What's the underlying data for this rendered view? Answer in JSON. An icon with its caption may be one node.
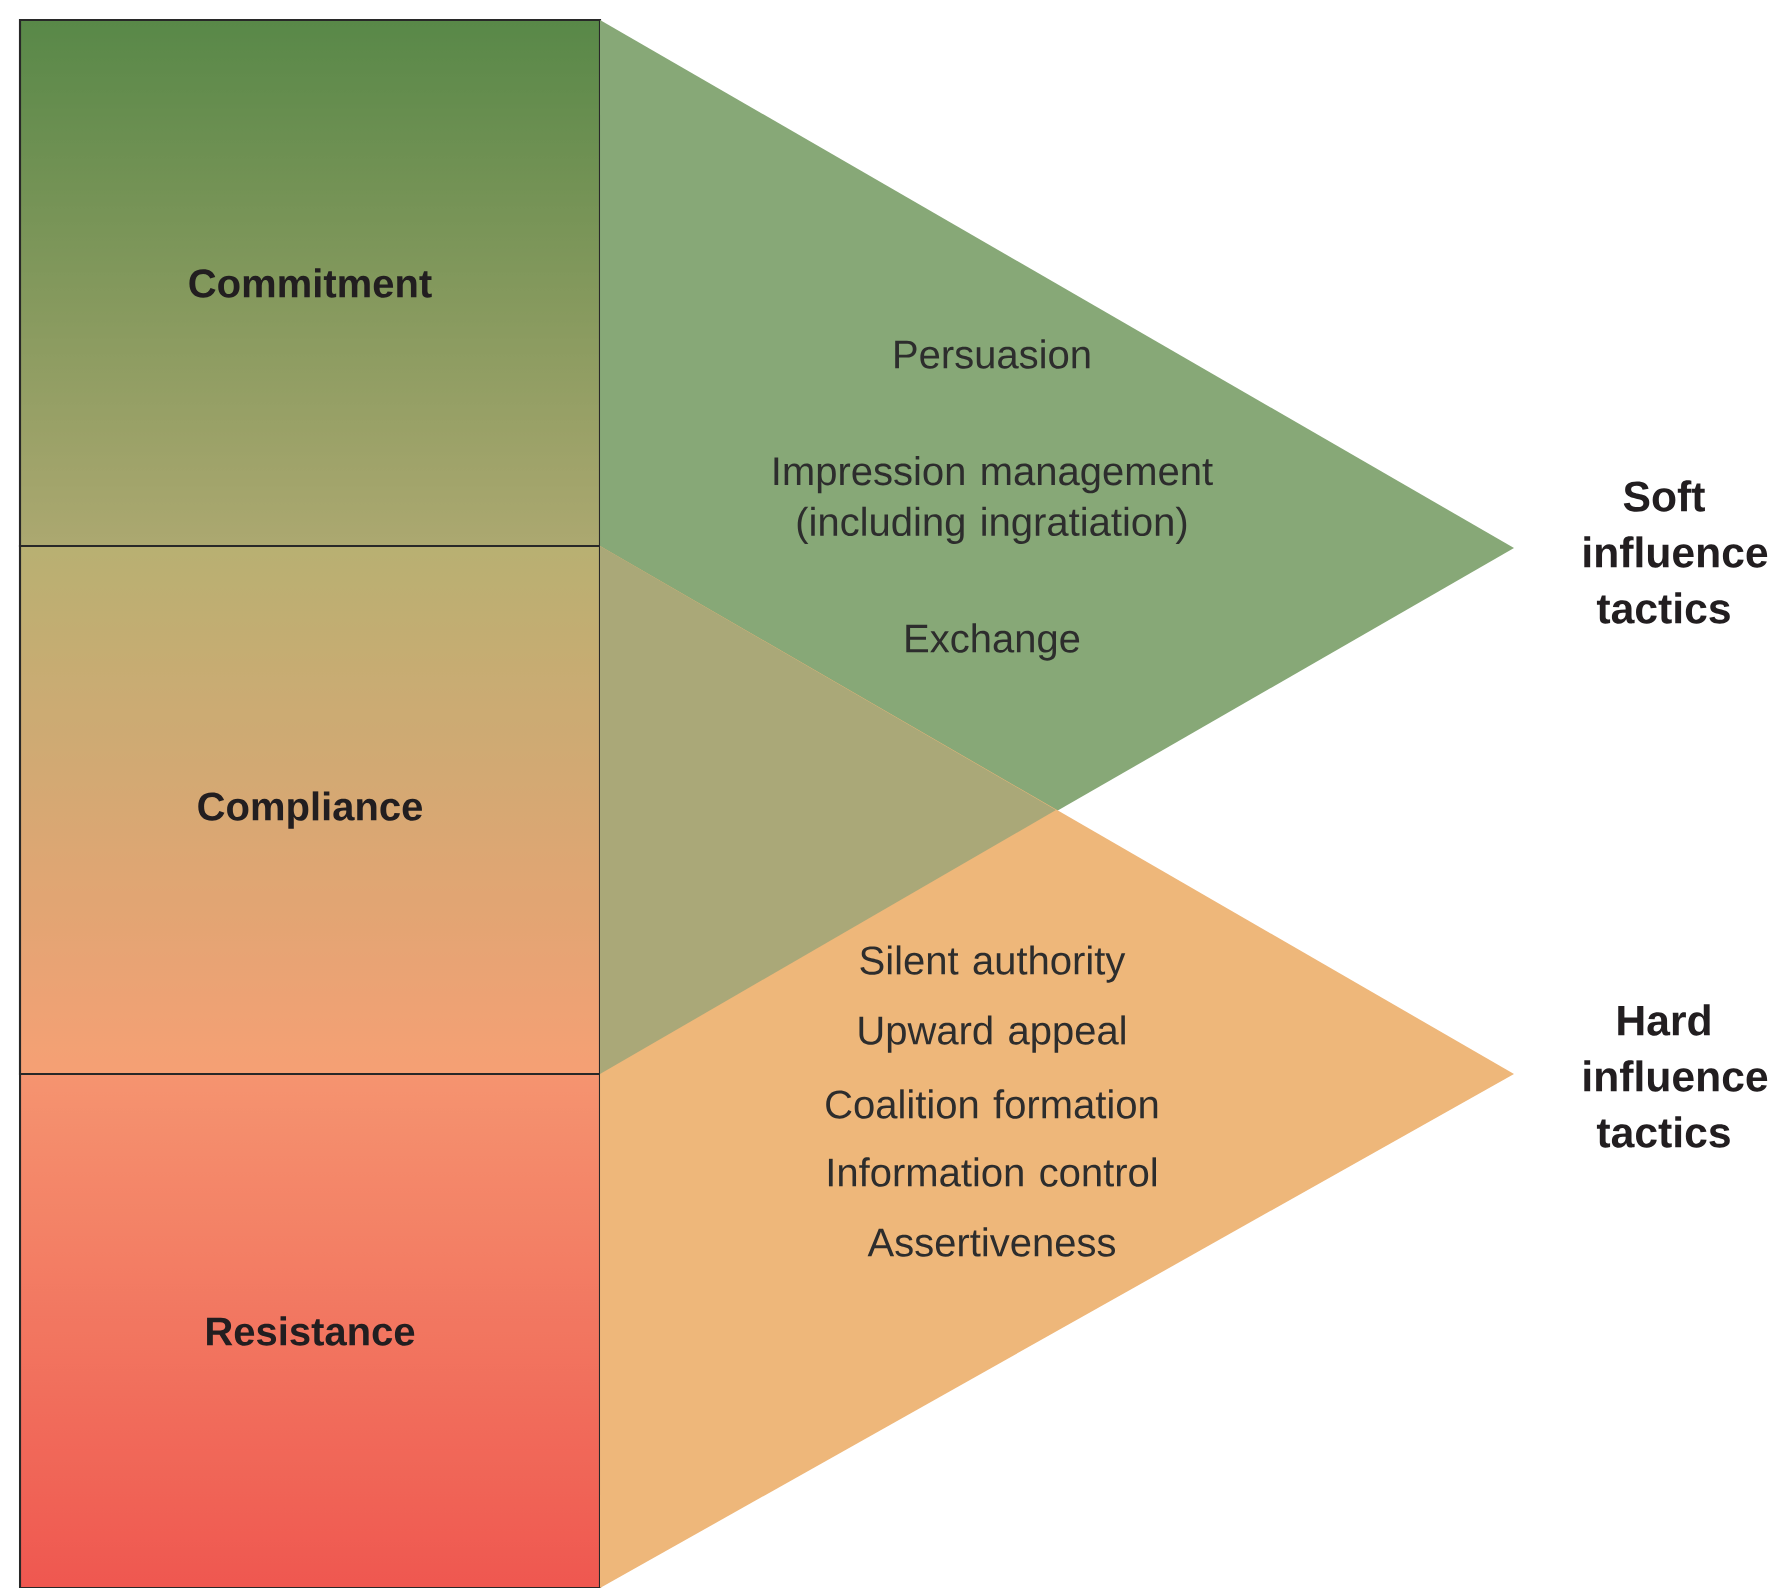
{
  "diagram": {
    "nodes": [
      {
        "text": [
          "Commitment"
        ]
      },
      {
        "text": [
          "Compliance"
        ]
      },
      {
        "text": [
          "Resistance"
        ]
      },
      {
        "text": [
          "Persuasion",
          "Impression management (including ingratiation)",
          "Exchange"
        ],
        "beside": [
          "Soft influence tactics"
        ]
      },
      {
        "text": [
          "Silent authority",
          "Upward appeal",
          "Coalition formation",
          "Information control",
          "Assertiveness"
        ],
        "beside": [
          "Hard influence tactics"
        ]
      }
    ]
  }
}
